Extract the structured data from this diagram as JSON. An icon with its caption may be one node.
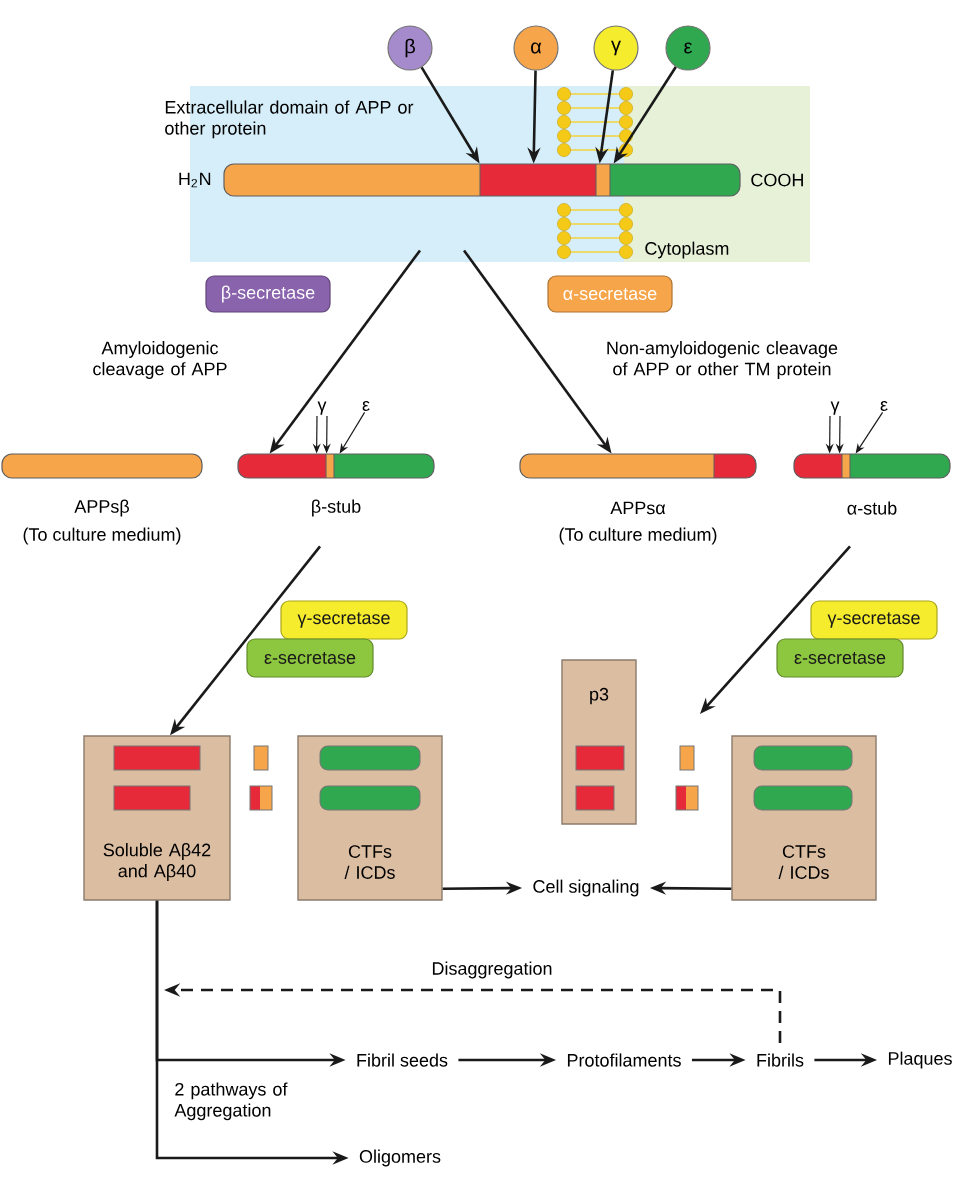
{
  "diagram": {
    "nodes": [
      {
        "text": [
          "β"
        ]
      },
      {
        "text": [
          "α"
        ]
      },
      {
        "text": [
          "γ"
        ]
      },
      {
        "text": [
          "ε"
        ]
      },
      {
        "text": [],
        "shape": "bar"
      },
      {
        "text": [
          "β-secretase"
        ]
      },
      {
        "text": [
          "α-secretase"
        ]
      },
      {
        "text": [],
        "shape": "bar",
        "beside": [
          "APPsβ",
          "(To culture medium)"
        ]
      },
      {
        "text": [
          "γ"
        ]
      },
      {
        "text": [
          "ε"
        ]
      },
      {
        "text": [],
        "shape": "bar",
        "beside": [
          "β-stub"
        ]
      },
      {
        "text": [],
        "shape": "bar",
        "beside": [
          "APPsα",
          "(To culture medium)"
        ]
      },
      {
        "text": [
          "γ"
        ]
      },
      {
        "text": [
          "ε"
        ]
      },
      {
        "text": [],
        "shape": "bar",
        "beside": [
          "α-stub"
        ]
      },
      {
        "text": [
          "γ-secretase"
        ]
      },
      {
        "text": [
          "ε-secretase"
        ]
      },
      {
        "text": [
          "γ-secretase"
        ]
      },
      {
        "text": [
          "ε-secretase"
        ]
      },
      {
        "text": [
          "p3"
        ]
      },
      {
        "text": [
          "Soluble Aβ42 and Aβ40"
        ]
      },
      {
        "text": [
          "CTFs / ICDs"
        ]
      },
      {
        "text": [
          "Cell signaling"
        ]
      },
      {
        "text": [
          "CTFs / ICDs"
        ]
      },
      {
        "text": [
          "Fibril seeds"
        ]
      },
      {
        "text": [
          "Protofilaments"
        ]
      },
      {
        "text": [
          "Fibrils"
        ]
      },
      {
        "text": [
          "Plaques"
        ]
      },
      {
        "text": [
          "Oligomers"
        ]
      }
    ],
    "edges": [
      {
        "from": 0,
        "to": 4,
        "arrow": "to"
      },
      {
        "from": 1,
        "to": 4,
        "arrow": "to"
      },
      {
        "from": 2,
        "to": 4,
        "arrow": "to"
      },
      {
        "from": 3,
        "to": 4,
        "arrow": "to"
      },
      {
        "from": 4,
        "to": 10,
        "arrow": "to"
      },
      {
        "from": 4,
        "to": 11,
        "arrow": "to"
      },
      {
        "from": 8,
        "to": 10,
        "arrow": "to"
      },
      {
        "from": 8,
        "to": 10,
        "arrow": "to"
      },
      {
        "from": 9,
        "to": 10,
        "arrow": "to"
      },
      {
        "from": 12,
        "to": 14,
        "arrow": "to"
      },
      {
        "from": 12,
        "to": 14,
        "arrow": "to"
      },
      {
        "from": 13,
        "to": 14,
        "arrow": "to"
      },
      {
        "from": 10,
        "to": 20,
        "arrow": "to"
      },
      {
        "from": 14,
        "to": null,
        "arrow": "to"
      },
      {
        "from": 21,
        "to": 22,
        "arrow": "to"
      },
      {
        "from": 23,
        "to": 22,
        "arrow": "to"
      },
      {
        "from": 20,
        "to": 24,
        "arrow": "to"
      },
      {
        "from": 20,
        "to": 28,
        "arrow": "to"
      },
      {
        "from": 24,
        "to": 25,
        "arrow": "to"
      },
      {
        "from": 25,
        "to": 26,
        "arrow": "to"
      },
      {
        "from": 26,
        "to": 27,
        "arrow": "to"
      },
      {
        "from": 26,
        "to": null,
        "arrow": "to",
        "style": "dashed",
        "label": "Disaggregation"
      }
    ],
    "labels": [
      "Extracellular domain of APP or other protein",
      "H$_{2}$N",
      "COOH",
      "Cytoplasm",
      "Amyloidogenic cleavage of APP",
      "Non-amyloidogenic cleavage of APP or other TM protein",
      "2 pathways of Aggregation"
    ]
  }
}
